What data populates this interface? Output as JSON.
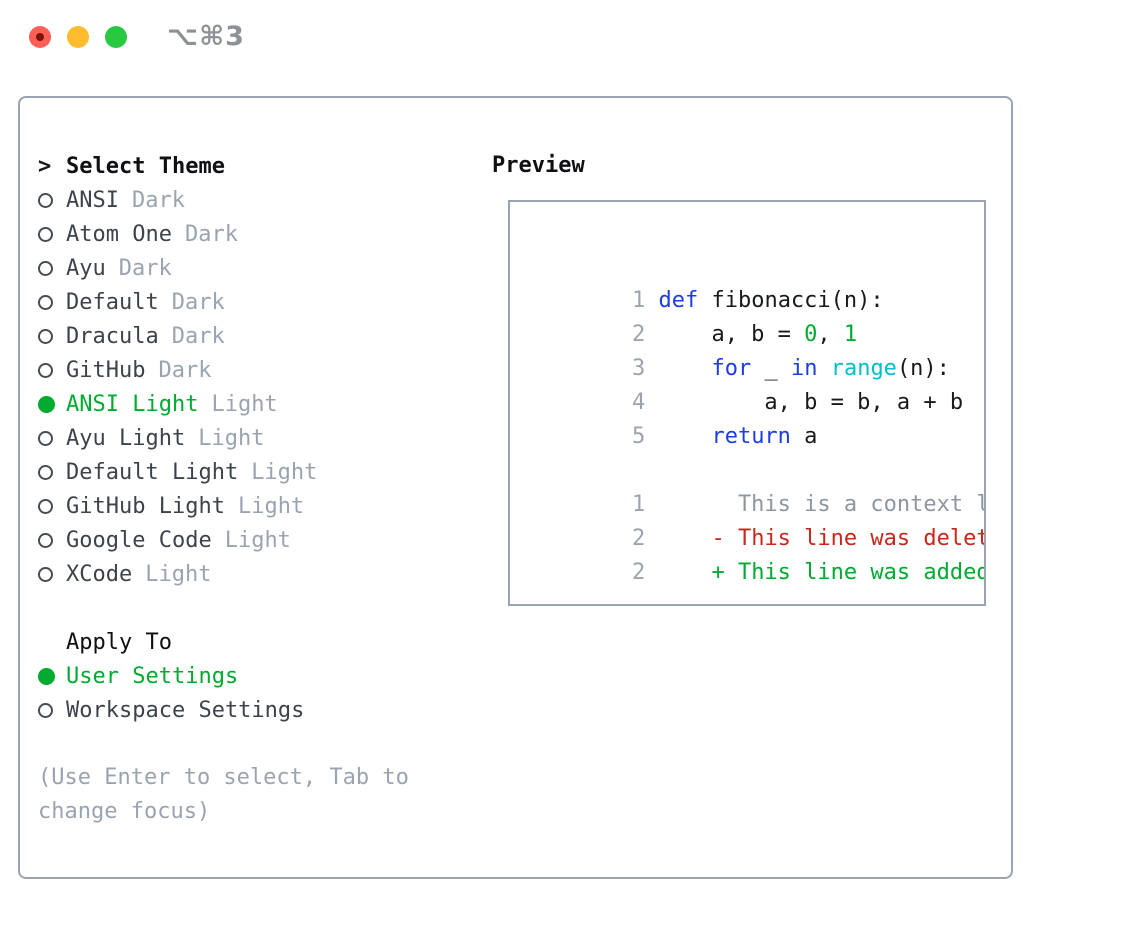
{
  "titlebar": {
    "title": "⌥⌘3"
  },
  "sidebar": {
    "prompt_marker": ">",
    "title": "Select Theme",
    "items": [
      {
        "name": "ANSI",
        "tag": "Dark",
        "selected": false
      },
      {
        "name": "Atom One",
        "tag": "Dark",
        "selected": false
      },
      {
        "name": "Ayu",
        "tag": "Dark",
        "selected": false
      },
      {
        "name": "Default",
        "tag": "Dark",
        "selected": false
      },
      {
        "name": "Dracula",
        "tag": "Dark",
        "selected": false
      },
      {
        "name": "GitHub",
        "tag": "Dark",
        "selected": false
      },
      {
        "name": "ANSI Light",
        "tag": "Light",
        "selected": true
      },
      {
        "name": "Ayu Light",
        "tag": "Light",
        "selected": false
      },
      {
        "name": "Default Light",
        "tag": "Light",
        "selected": false
      },
      {
        "name": "GitHub Light",
        "tag": "Light",
        "selected": false
      },
      {
        "name": "Google Code",
        "tag": "Light",
        "selected": false
      },
      {
        "name": "XCode",
        "tag": "Light",
        "selected": false
      }
    ]
  },
  "apply_to": {
    "label": "Apply To",
    "options": [
      {
        "name": "User Settings",
        "selected": true
      },
      {
        "name": "Workspace Settings",
        "selected": false
      }
    ]
  },
  "footer": {
    "hint": "(Use Enter to select, Tab to change focus)"
  },
  "preview": {
    "title": "Preview",
    "code": [
      {
        "segs": [
          {
            "t": "1 ",
            "c": "c-ln"
          },
          {
            "t": "def",
            "c": "c-kw"
          },
          {
            "t": " fibonacci(n):",
            "c": "c-pl"
          }
        ]
      },
      {
        "segs": [
          {
            "t": "2 ",
            "c": "c-ln"
          },
          {
            "t": "    a, b = ",
            "c": "c-pl"
          },
          {
            "t": "0",
            "c": "c-num"
          },
          {
            "t": ", ",
            "c": "c-pl"
          },
          {
            "t": "1",
            "c": "c-num"
          }
        ]
      },
      {
        "segs": [
          {
            "t": "3 ",
            "c": "c-ln"
          },
          {
            "t": "    ",
            "c": "c-pl"
          },
          {
            "t": "for",
            "c": "c-kw"
          },
          {
            "t": " _ ",
            "c": "c-pl"
          },
          {
            "t": "in",
            "c": "c-kw"
          },
          {
            "t": " ",
            "c": "c-pl"
          },
          {
            "t": "range",
            "c": "c-bi"
          },
          {
            "t": "(n):",
            "c": "c-pl"
          }
        ]
      },
      {
        "segs": [
          {
            "t": "4 ",
            "c": "c-ln"
          },
          {
            "t": "        a, b = b, a + b",
            "c": "c-pl"
          }
        ]
      },
      {
        "segs": [
          {
            "t": "5 ",
            "c": "c-ln"
          },
          {
            "t": "    ",
            "c": "c-pl"
          },
          {
            "t": "return",
            "c": "c-kw"
          },
          {
            "t": " a",
            "c": "c-pl"
          }
        ]
      },
      {
        "segs": []
      },
      {
        "segs": [
          {
            "t": "1 ",
            "c": "c-ln"
          },
          {
            "t": "      This is a context line.",
            "c": "c-ctx"
          }
        ]
      },
      {
        "segs": [
          {
            "t": "2 ",
            "c": "c-ln"
          },
          {
            "t": "    ",
            "c": "c-pl"
          },
          {
            "t": "- This line was deleted.",
            "c": "c-del"
          }
        ]
      },
      {
        "segs": [
          {
            "t": "2 ",
            "c": "c-ln"
          },
          {
            "t": "    ",
            "c": "c-pl"
          },
          {
            "t": "+ This line was added.",
            "c": "c-add"
          }
        ]
      }
    ]
  },
  "colors": {
    "accent_green": "#00ab30",
    "keyword_blue": "#1d3ce2",
    "builtin_cyan": "#00bfc9",
    "deleted_red": "#c9271a",
    "muted_gray": "#9aa4b0",
    "border_gray": "#9aa4b0",
    "traffic_red": "#ff5f57",
    "traffic_yellow": "#febc2e",
    "traffic_green": "#28c840"
  }
}
